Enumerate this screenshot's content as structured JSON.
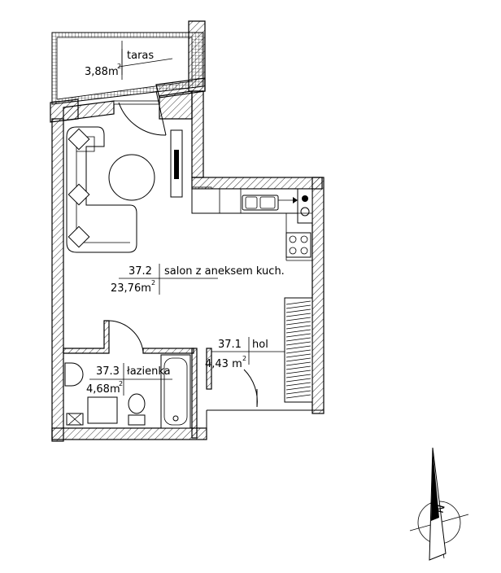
{
  "rooms": [
    {
      "id": "taras",
      "number": "",
      "name": "taras",
      "area": "3,88m",
      "sup": "2"
    },
    {
      "id": "salon",
      "number": "37.2",
      "name": "salon z aneksem kuch.",
      "area": "23,76m",
      "sup": "2"
    },
    {
      "id": "hol",
      "number": "37.1",
      "name": "hol",
      "area": "4,43 m",
      "sup": "2"
    },
    {
      "id": "lazienka",
      "number": "37.3",
      "name": "łazienka",
      "area": "4,68m",
      "sup": "2"
    }
  ],
  "compass": {
    "label": "N"
  },
  "colors": {
    "line": "#000000",
    "background": "#ffffff"
  }
}
